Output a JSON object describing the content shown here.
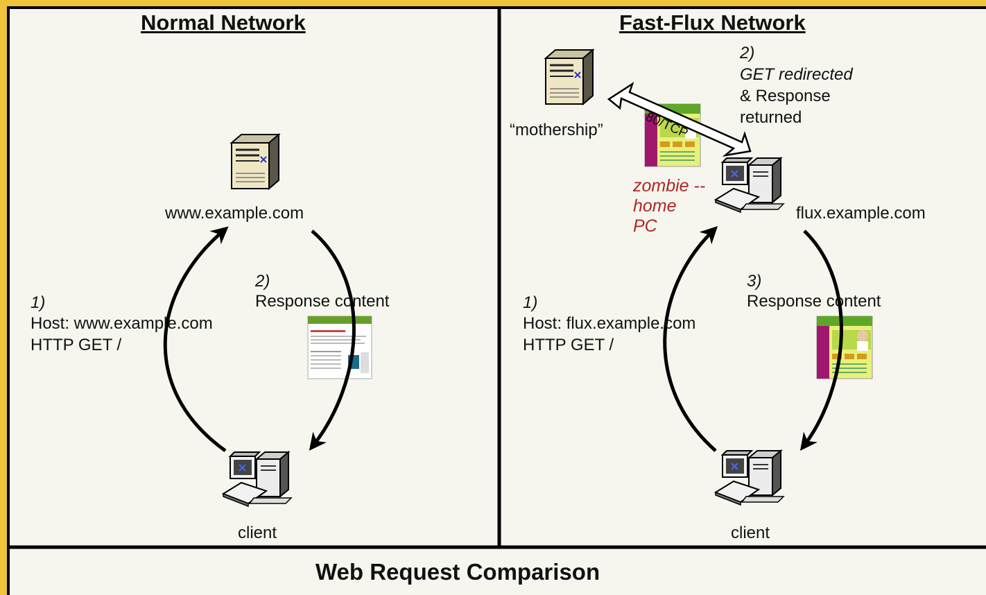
{
  "normal": {
    "heading": "Normal Network",
    "server_label": "www.example.com",
    "client_label": "client",
    "step1_num": "1)",
    "step1_host": "Host: www.example.com",
    "step1_get": "HTTP GET /",
    "step2_num": "2)",
    "step2_text": "Response content"
  },
  "fastflux": {
    "heading": "Fast-Flux Network",
    "mothership_label": "“mothership”",
    "tcp_label": "80/TCP",
    "step2_num": "2)",
    "step2_line1": "GET redirected",
    "step2_line2": "& Response",
    "step2_line3": "returned",
    "zombie_line1": "zombie --",
    "zombie_line2": "home",
    "zombie_line3": "PC",
    "flux_label": "flux.example.com",
    "step1_num": "1)",
    "step1_host": "Host: flux.example.com",
    "step1_get": "HTTP GET /",
    "step3_num": "3)",
    "step3_text": "Response content",
    "client_label": "client"
  },
  "footer": {
    "title": "Web Request Comparison"
  },
  "colors": {
    "border": "#f0c33a",
    "background": "#f6f6ef",
    "zombie_text": "#b02525",
    "server_body": "#efe6c4",
    "webpage_magenta": "#a0186e",
    "webpage_green": "#8ab81e"
  }
}
